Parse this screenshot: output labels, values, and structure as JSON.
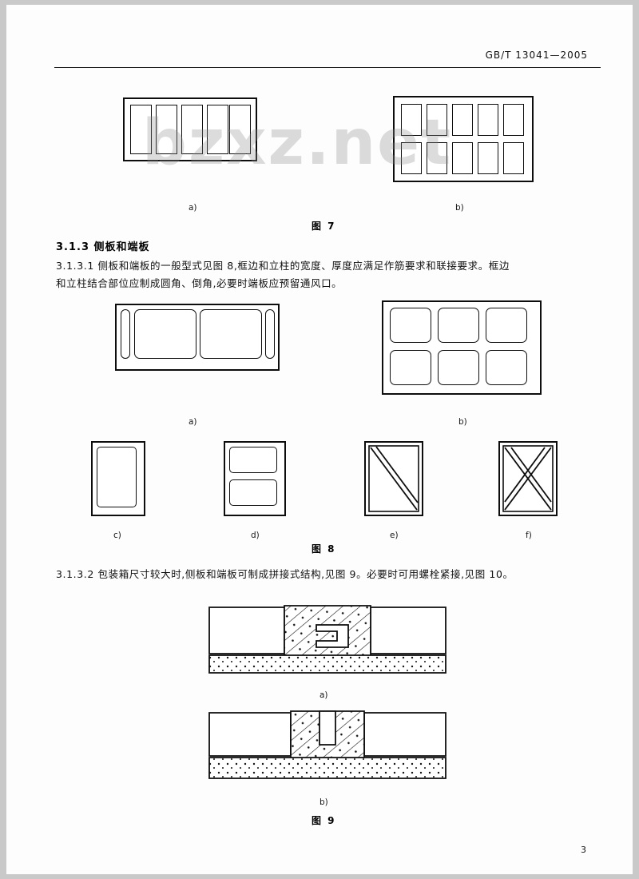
{
  "document": {
    "standard_code": "GB/T 13041—2005",
    "page_number": "3",
    "watermark": "bzxz.net"
  },
  "sections": [
    {
      "id": "3.1.3",
      "number": "3.1.3",
      "title": "侧板和端板",
      "heading_text": "3.1.3   侧板和端板"
    }
  ],
  "paragraphs": [
    {
      "id": "p-3-1-3-1",
      "line1": "3.1.3.1   侧板和端板的一般型式见图 8,框边和立柱的宽度、厚度应满足作筋要求和联接要求。框边",
      "line2": "和立柱结合部位应制成圆角、倒角,必要时端板应预留通风口。"
    },
    {
      "id": "p-3-1-3-2",
      "line1": "3.1.3.2   包装箱尺寸较大时,侧板和端板可制成拼接式结构,见图 9。必要时可用螺栓紧接,见图 10。"
    }
  ],
  "figures": [
    {
      "id": "fig7",
      "caption": "图 7",
      "sublabels": {
        "a": "a)",
        "b": "b)"
      },
      "variant_a": {
        "type": "vertical-panel-frame",
        "panel_count": 5
      },
      "variant_b": {
        "type": "grid-panel-frame",
        "columns": 5,
        "rows": 2
      }
    },
    {
      "id": "fig8",
      "caption": "图 8",
      "sublabels": {
        "a": "a)",
        "b": "b)",
        "c": "c)",
        "d": "d)",
        "e": "e)",
        "f": "f)"
      },
      "variant_a": {
        "type": "rounded-panel-frame",
        "panel_count": 2
      },
      "variant_b": {
        "type": "rounded-grid-frame",
        "columns": 3,
        "rows": 2
      },
      "variant_c": {
        "type": "single-rounded-panel"
      },
      "variant_d": {
        "type": "two-stacked-rounded-panels"
      },
      "variant_e": {
        "type": "diagonal-brace-panel"
      },
      "variant_f": {
        "type": "cross-brace-panel"
      }
    },
    {
      "id": "fig9",
      "caption": "图 9",
      "sublabels": {
        "a": "a)",
        "b": "b)"
      },
      "variant_a": {
        "type": "interlocking-joint-cross-section"
      },
      "variant_b": {
        "type": "tongue-groove-joint-cross-section"
      }
    }
  ]
}
